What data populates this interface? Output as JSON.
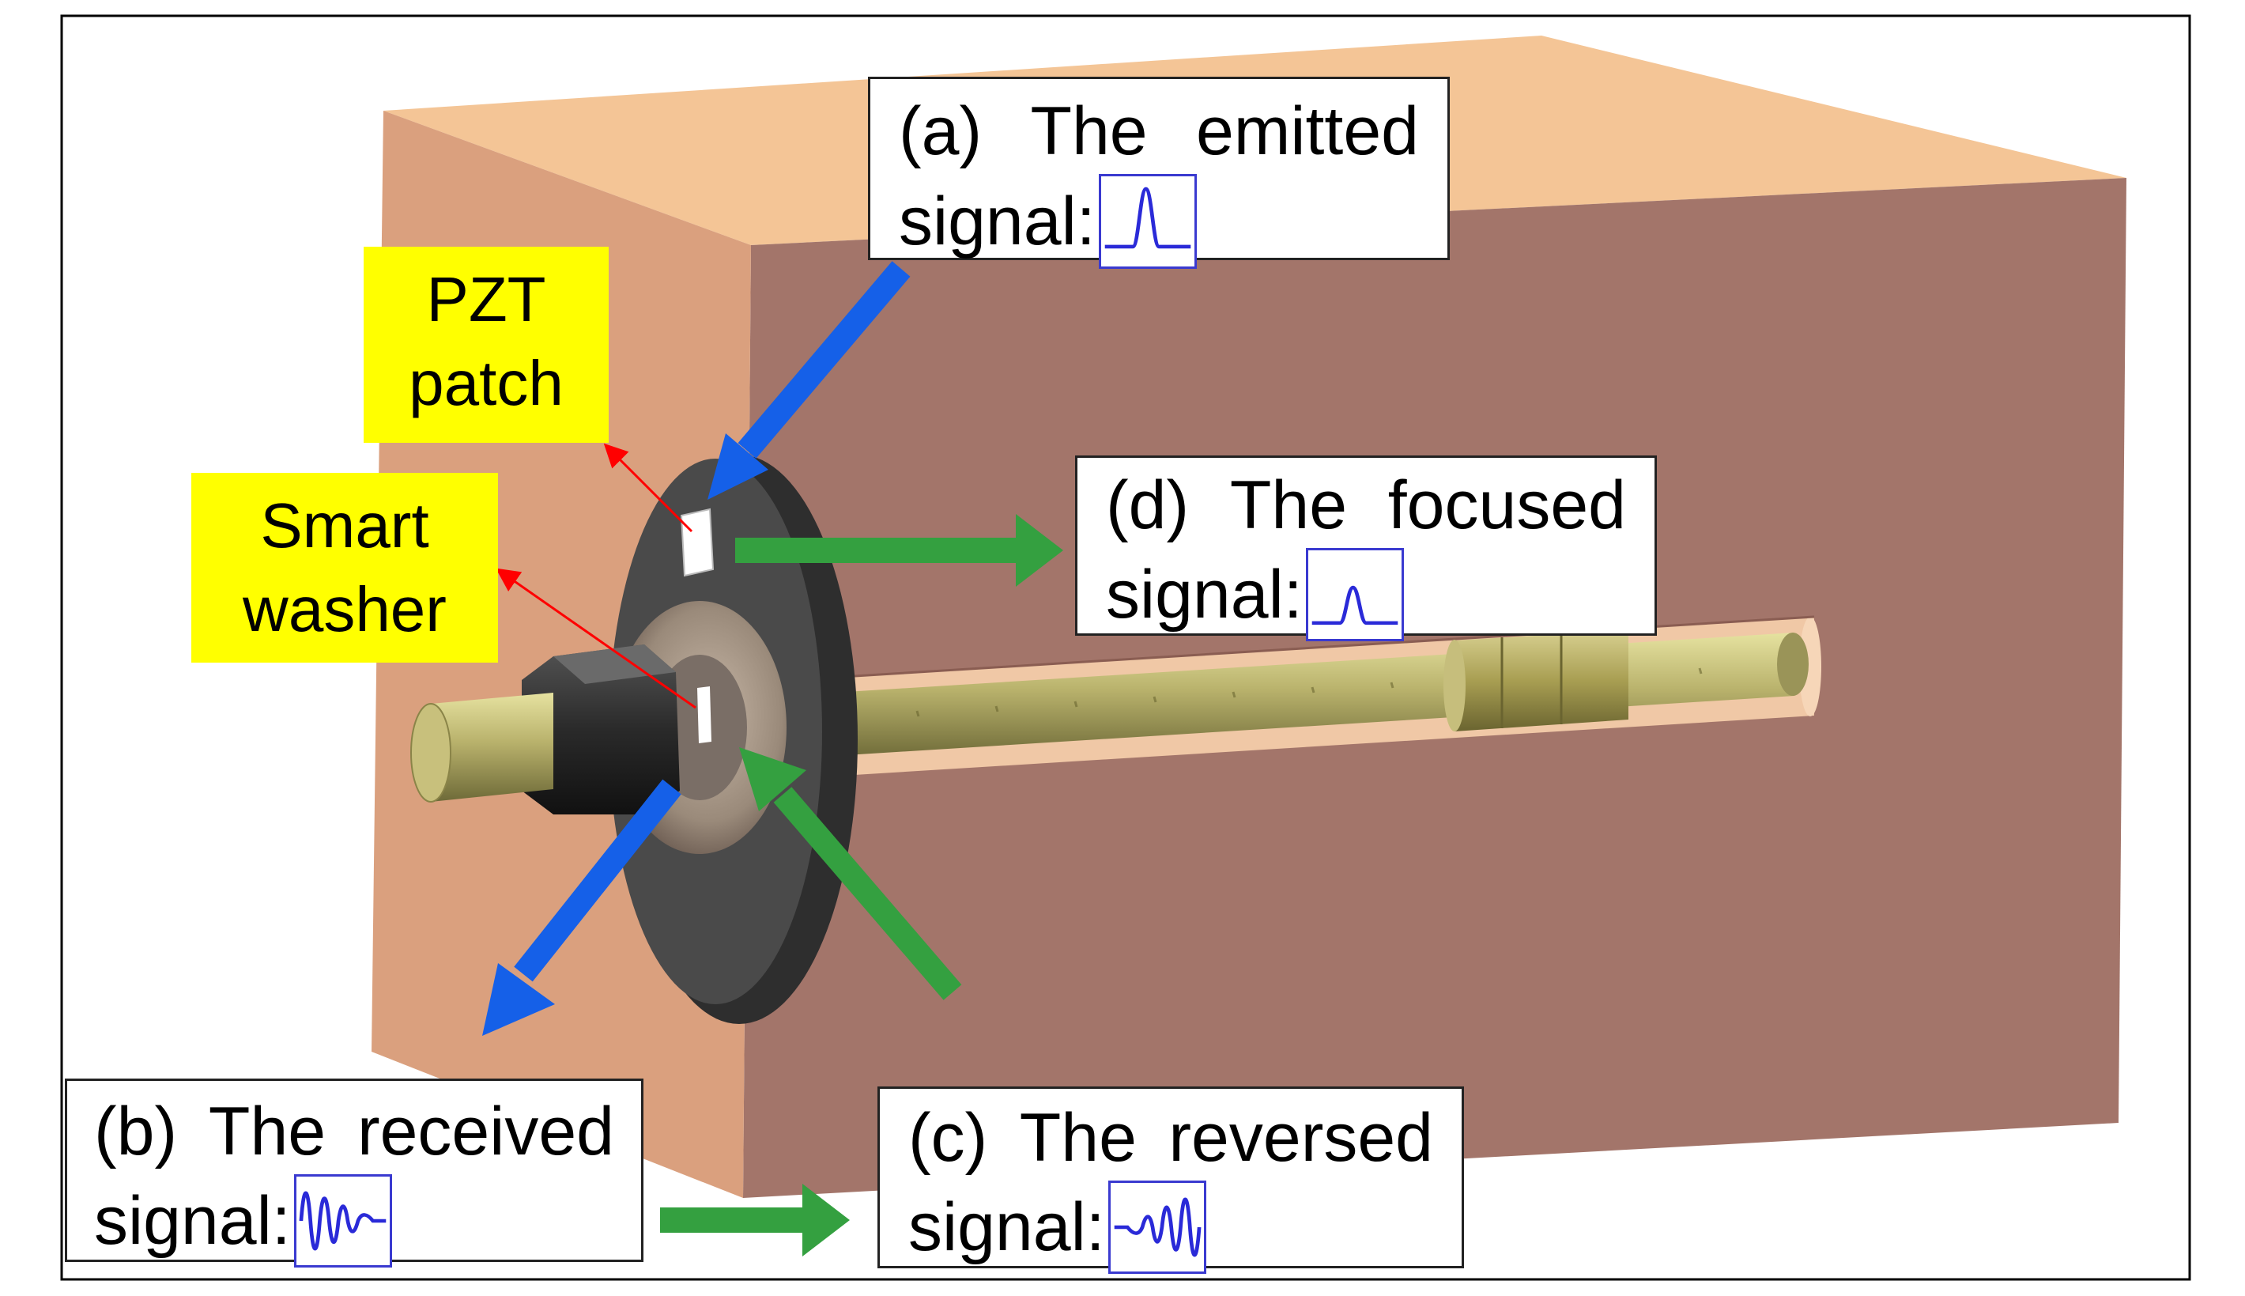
{
  "labels": {
    "pzt_patch": [
      "PZT",
      "patch"
    ],
    "smart_washer": [
      "Smart",
      "washer"
    ]
  },
  "signals": {
    "emitted": {
      "line1": [
        "(a)",
        "The",
        "emitted"
      ],
      "line2": "signal:"
    },
    "received": {
      "line1": [
        "(b)",
        "The",
        "received"
      ],
      "line2": "signal:"
    },
    "reversed": {
      "line1": [
        "(c)",
        "The",
        "reversed"
      ],
      "line2": "signal:"
    },
    "focused": {
      "line1": [
        "(d)",
        "The",
        "focused"
      ],
      "line2": "signal:"
    }
  },
  "colors": {
    "block_front": "#daa07e",
    "block_side": "#a3756a",
    "block_top": "#f4c596",
    "label_bg": "#ffff00",
    "blue_arrow": "#1560e8",
    "green_arrow": "#34a040",
    "thin_arrow": "#ff0000",
    "waveform": "#2a2ad8",
    "disc": "#444444",
    "bolt": "#b8b070"
  }
}
